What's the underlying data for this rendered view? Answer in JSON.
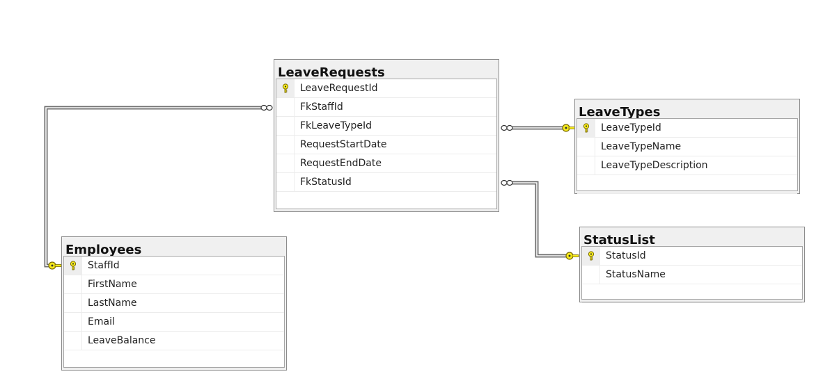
{
  "colors": {
    "header_bg": "#f0f0f0",
    "border": "#8c8c8c",
    "grid_bg": "#ffffff",
    "connector": "#707070",
    "key_fill": "#f7ec1c",
    "key_stroke": "#7a6a00"
  },
  "tables": [
    {
      "title": "LeaveRequests",
      "columns": [
        {
          "label": "LeaveRequestId",
          "primary_key": true
        },
        {
          "label": "FkStaffId",
          "primary_key": false
        },
        {
          "label": "FkLeaveTypeId",
          "primary_key": false
        },
        {
          "label": "RequestStartDate",
          "primary_key": false
        },
        {
          "label": "RequestEndDate",
          "primary_key": false
        },
        {
          "label": "FkStatusId",
          "primary_key": false
        }
      ]
    },
    {
      "title": "LeaveTypes",
      "columns": [
        {
          "label": "LeaveTypeId",
          "primary_key": true
        },
        {
          "label": "LeaveTypeName",
          "primary_key": false
        },
        {
          "label": "LeaveTypeDescription",
          "primary_key": false
        }
      ]
    },
    {
      "title": "Employees",
      "columns": [
        {
          "label": "StaffId",
          "primary_key": true
        },
        {
          "label": "FirstName",
          "primary_key": false
        },
        {
          "label": "LastName",
          "primary_key": false
        },
        {
          "label": "Email",
          "primary_key": false
        },
        {
          "label": "LeaveBalance",
          "primary_key": false
        }
      ]
    },
    {
      "title": "StatusList",
      "columns": [
        {
          "label": "StatusId",
          "primary_key": true
        },
        {
          "label": "StatusName",
          "primary_key": false
        }
      ]
    }
  ],
  "relationships": [
    {
      "from": "LeaveRequests.FkStaffId",
      "to": "Employees.StaffId",
      "from_end": "many",
      "to_end": "one-key"
    },
    {
      "from": "LeaveRequests.FkLeaveTypeId",
      "to": "LeaveTypes.LeaveTypeId",
      "from_end": "many",
      "to_end": "one-key"
    },
    {
      "from": "LeaveRequests.FkStatusId",
      "to": "StatusList.StatusId",
      "from_end": "many",
      "to_end": "one-key"
    }
  ],
  "icons": {
    "primary_key": "key-icon",
    "many_end": "infinity-icon",
    "one_end": "key-icon"
  }
}
